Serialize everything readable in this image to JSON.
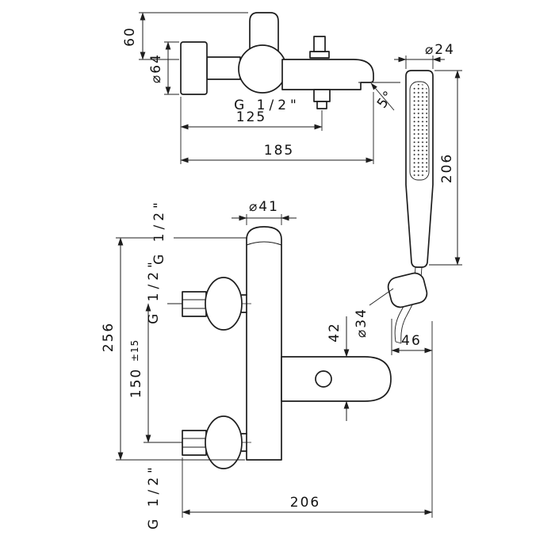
{
  "drawing": {
    "top_view": {
      "dim_60": "60",
      "dim_d64": "⌀64",
      "thread_label": "G 1/2\"",
      "dim_125": "125",
      "dim_185": "185",
      "dim_angle": "5°"
    },
    "hand_shower": {
      "dim_d24": "⌀24",
      "dim_206": "206",
      "dim_d34": "⌀34",
      "dim_46": "46"
    },
    "front_view": {
      "dim_d41": "⌀41",
      "thread_top": "G 1/2\"",
      "thread_mid": "G 1/2\"",
      "thread_bottom": "G 1/2\"",
      "dim_256": "256",
      "dim_150": "150",
      "dim_tol": "±15",
      "dim_42": "42",
      "dim_206": "206"
    },
    "line_color": "#1d1d1d"
  }
}
